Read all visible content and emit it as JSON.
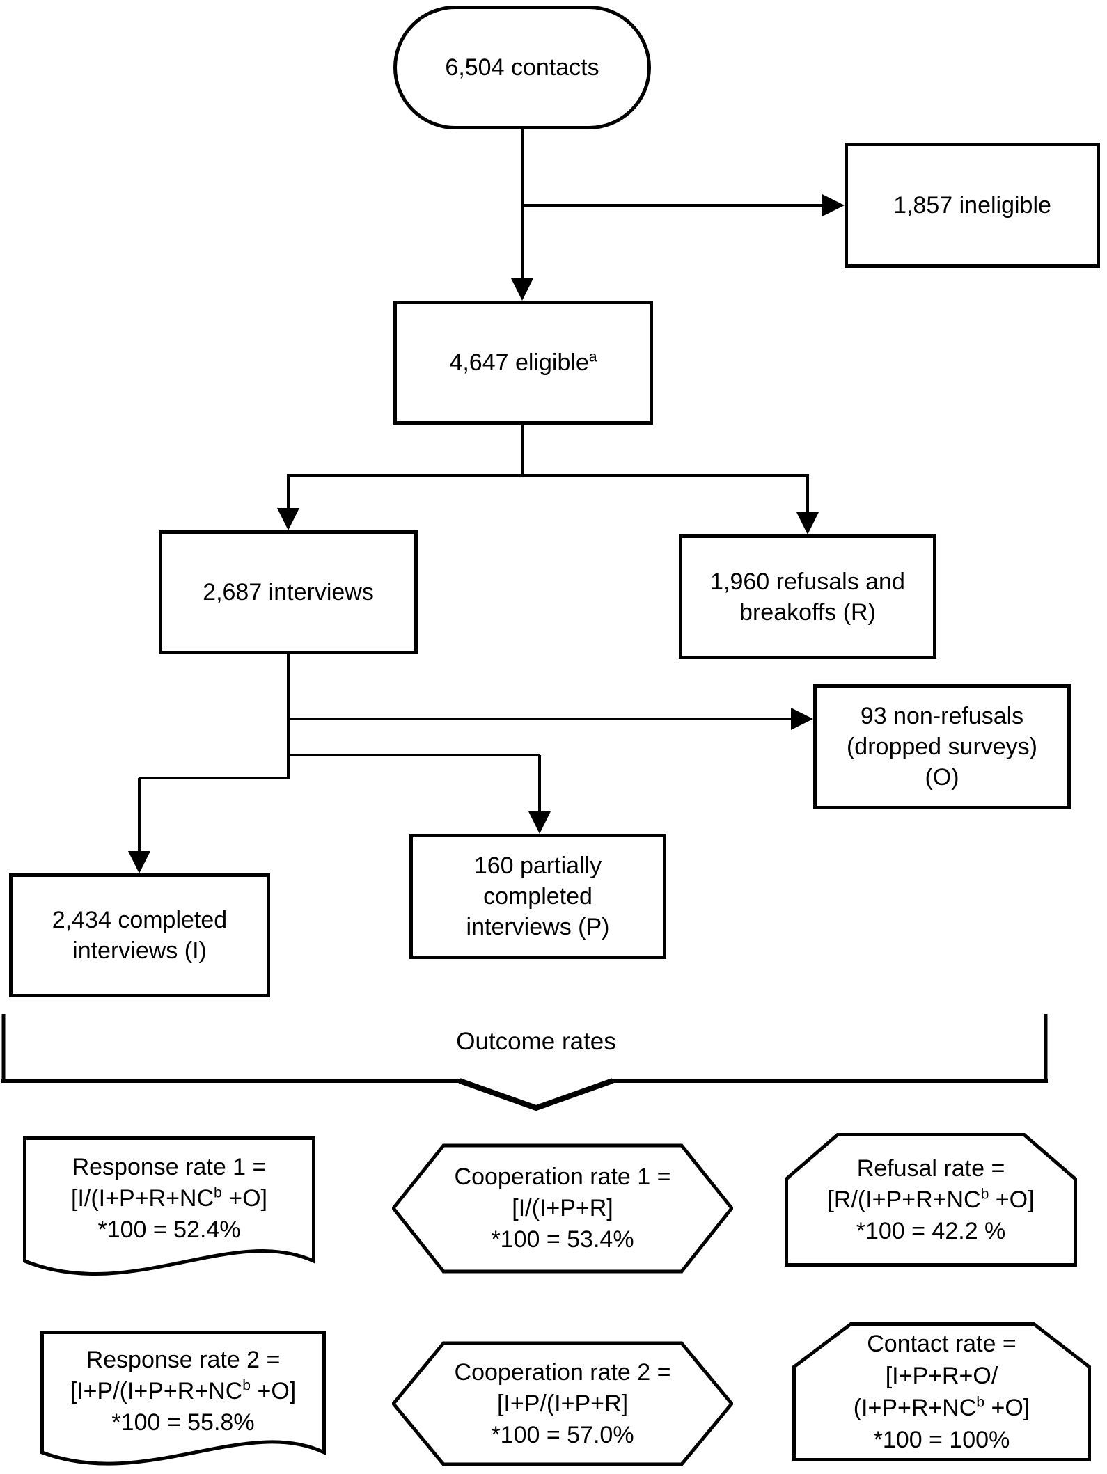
{
  "nodes": {
    "contacts": {
      "label": "6,504 contacts"
    },
    "ineligible": {
      "label": "1,857 ineligible"
    },
    "eligible": {
      "label": "4,647 eligible^a"
    },
    "interviews": {
      "label": "2,687 interviews"
    },
    "refusals": {
      "lines": [
        "1,960 refusals and",
        "breakoffs (R)"
      ]
    },
    "non_refusals": {
      "lines": [
        "93 non-refusals",
        "(dropped surveys)",
        "(O)"
      ]
    },
    "completed": {
      "lines": [
        "2,434 completed",
        "interviews (I)"
      ]
    },
    "partial": {
      "lines": [
        "160 partially",
        "completed",
        "interviews (P)"
      ]
    }
  },
  "outcome": {
    "title": "Outcome rates"
  },
  "rates": [
    {
      "id": "response-rate-1",
      "shape": "document",
      "lines": [
        "Response rate 1 =",
        "[I/(I+P+R+NC^b +O]",
        "*100 = 52.4%"
      ]
    },
    {
      "id": "cooperation-rate-1",
      "shape": "hexagon",
      "lines": [
        "Cooperation rate 1 =",
        "[I/(I+P+R]",
        "*100 = 53.4%"
      ]
    },
    {
      "id": "refusal-rate",
      "shape": "cut-corner-rect",
      "lines": [
        "Refusal  rate =",
        "[R/(I+P+R+NC^b +O]",
        "*100 = 42.2 %"
      ]
    },
    {
      "id": "response-rate-2",
      "shape": "document",
      "lines": [
        "Response rate 2 =",
        "[I+P/(I+P+R+NC^b +O]",
        "*100 = 55.8%"
      ]
    },
    {
      "id": "cooperation-rate-2",
      "shape": "hexagon",
      "lines": [
        "Cooperation rate 2 =",
        "[I+P/(I+P+R]",
        "*100 = 57.0%"
      ]
    },
    {
      "id": "contact-rate",
      "shape": "cut-corner-rect",
      "lines": [
        "Contact rate =",
        "[I+P+R+O/",
        "(I+P+R+NC^b +O]",
        "*100 = 100%"
      ]
    }
  ],
  "colors": {
    "stroke": "#000000",
    "background": "#ffffff"
  }
}
